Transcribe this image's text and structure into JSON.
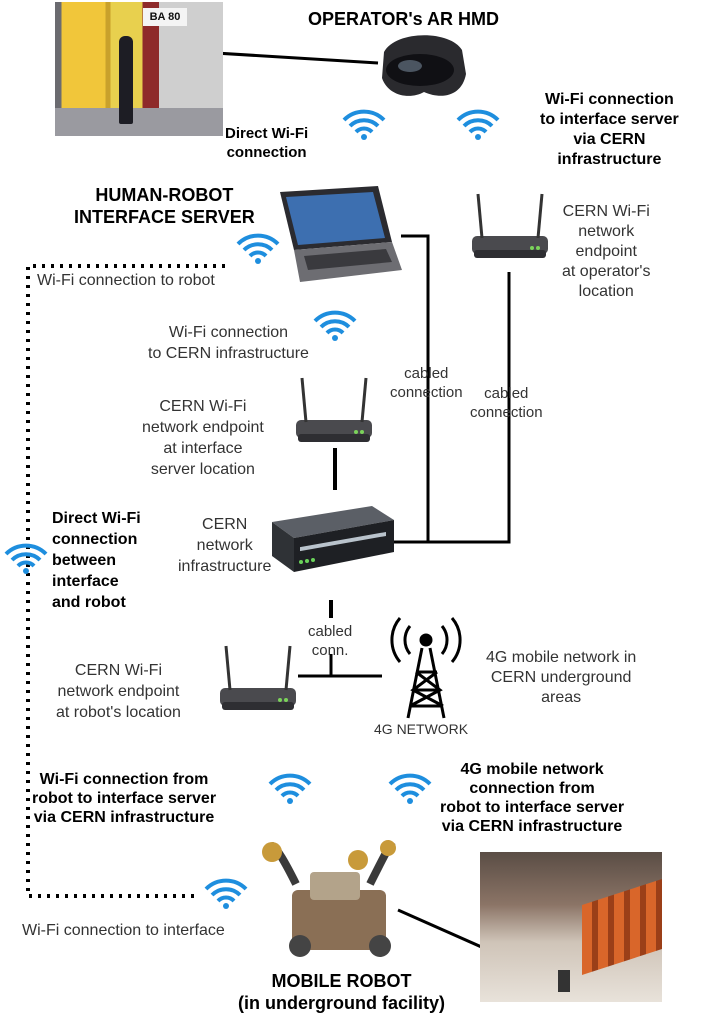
{
  "labels": {
    "operator_hmd": "OPERATOR's AR HMD",
    "direct_wifi": "Direct Wi-Fi\nconnection",
    "wifi_interface_cern": "Wi-Fi connection\nto interface server\nvia CERN\ninfrastructure",
    "hri_server": "HUMAN-ROBOT\nINTERFACE SERVER",
    "cern_endpoint_operator": "CERN Wi-Fi\nnetwork\nendpoint\nat operator's\nlocation",
    "wifi_to_robot": "Wi-Fi connection to robot",
    "wifi_to_cern": "Wi-Fi connection\nto CERN infrastructure",
    "cabled_1": "cabled\nconnection",
    "cabled_2": "cabled\nconnection",
    "cern_endpoint_server": "CERN Wi-Fi\nnetwork endpoint\nat interface\nserver location",
    "direct_interface_robot": "Direct Wi-Fi\nconnection\nbetween\ninterface\nand robot",
    "cern_network": "CERN\nnetwork\ninfrastructure",
    "cabled_conn": "cabled\nconn.",
    "mobile_4g_areas": "4G mobile network in\nCERN underground\nareas",
    "cern_endpoint_robot": "CERN Wi-Fi\nnetwork endpoint\nat robot's location",
    "network_4g": "4G NETWORK",
    "wifi_robot_server": "Wi-Fi connection from\nrobot to interface server\nvia CERN infrastructure",
    "mobile_4g_robot_server": "4G mobile network\nconnection from\nrobot to interface server\nvia CERN infrastructure",
    "wifi_to_interface": "Wi-Fi connection to interface",
    "mobile_robot": "MOBILE ROBOT\n(in underground facility)",
    "photo_sign": "BA 80"
  },
  "colors": {
    "wifi": "#1e8ede",
    "line": "#000000"
  },
  "icons": [
    "wifi-icon",
    "laptop-icon",
    "router-icon",
    "switch-icon",
    "antenna-tower-icon",
    "ar-headset-icon",
    "robot-icon"
  ]
}
